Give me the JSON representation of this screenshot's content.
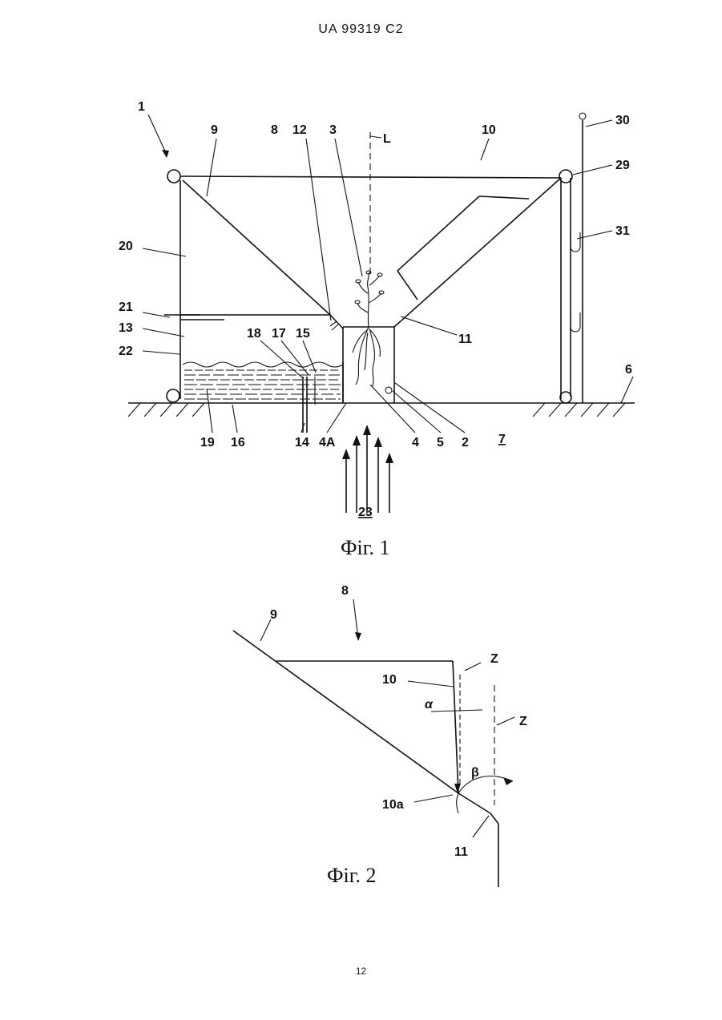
{
  "header": {
    "text": "UA   99319   C2"
  },
  "footer": {
    "page_number": "12"
  },
  "figure1": {
    "caption": "Фіг. 1",
    "labels": {
      "l1": "1",
      "l9": "9",
      "l8": "8",
      "l12": "12",
      "l3": "3",
      "lL": "L",
      "l10": "10",
      "l30": "30",
      "l29": "29",
      "l20": "20",
      "l31": "31",
      "l21": "21",
      "l13": "13",
      "l22": "22",
      "l18": "18",
      "l17": "17",
      "l15": "15",
      "l11": "11",
      "l6": "6",
      "l19": "19",
      "l16": "16",
      "l14": "14",
      "l4A": "4A",
      "l4": "4",
      "l5": "5",
      "l2": "2",
      "l7": "7",
      "l23": "23"
    }
  },
  "figure2": {
    "caption": "Фіг. 2",
    "labels": {
      "l8": "8",
      "l9": "9",
      "lZ1": "Z",
      "l10": "10",
      "lalpha": "α",
      "lZ2": "Z",
      "lbeta": "β",
      "l10a": "10a",
      "l11": "11"
    }
  }
}
